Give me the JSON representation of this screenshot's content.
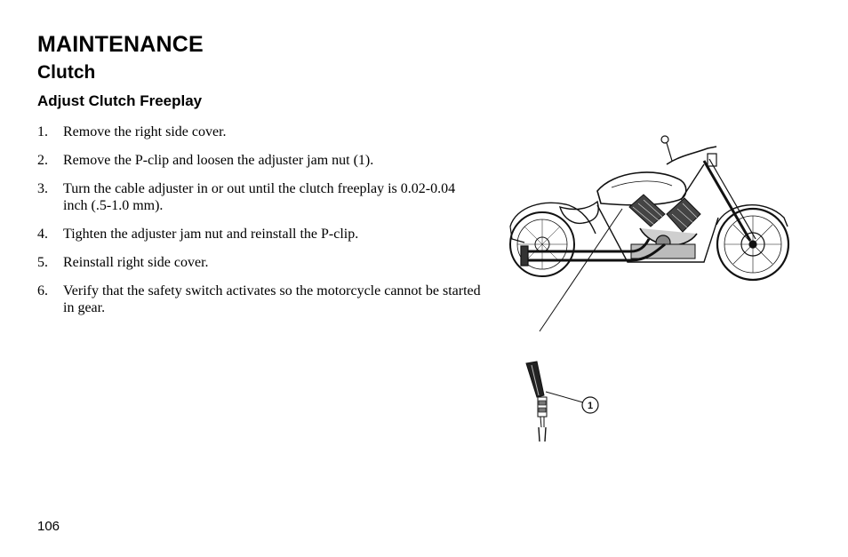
{
  "header": {
    "section": "MAINTENANCE",
    "subsection": "Clutch",
    "heading": "Adjust Clutch Freeplay"
  },
  "steps": [
    {
      "num": "1.",
      "text": "Remove the right side cover."
    },
    {
      "num": "2.",
      "text": "Remove the P-clip and loosen the adjuster jam nut (1)."
    },
    {
      "num": "3.",
      "text": "Turn the cable adjuster in or out until the clutch freeplay is 0.02-0.04 inch (.5-1.0 mm)."
    },
    {
      "num": "4.",
      "text": "Tighten the adjuster jam nut and reinstall the P-clip."
    },
    {
      "num": "5.",
      "text": "Reinstall right side cover."
    },
    {
      "num": "6.",
      "text": "Verify that the safety switch activates so the motorcycle cannot be started in gear."
    }
  ],
  "figure": {
    "callout_label": "1"
  },
  "footer": {
    "page_number": "106"
  }
}
